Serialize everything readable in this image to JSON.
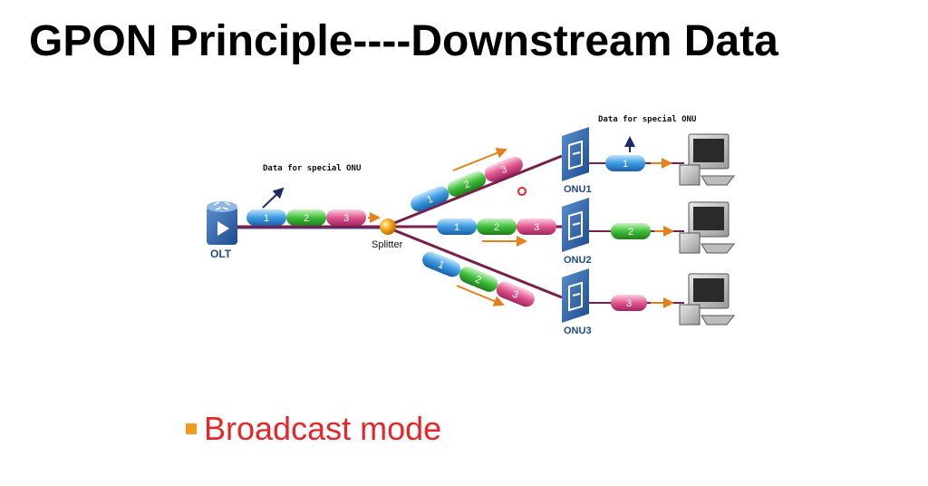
{
  "title": "GPON Principle----Downstream Data",
  "diagram": {
    "caption_left": "Data for special ONU",
    "caption_right": "Data for special ONU",
    "olt_label": "OLT",
    "splitter_label": "Splitter",
    "onu1_label": "ONU1",
    "onu2_label": "ONU2",
    "onu3_label": "ONU3",
    "packet_labels": [
      "1",
      "2",
      "3"
    ]
  },
  "bullet": {
    "text": "Broadcast mode",
    "accent": "#f39a1d",
    "text_color": "#e8262a"
  }
}
